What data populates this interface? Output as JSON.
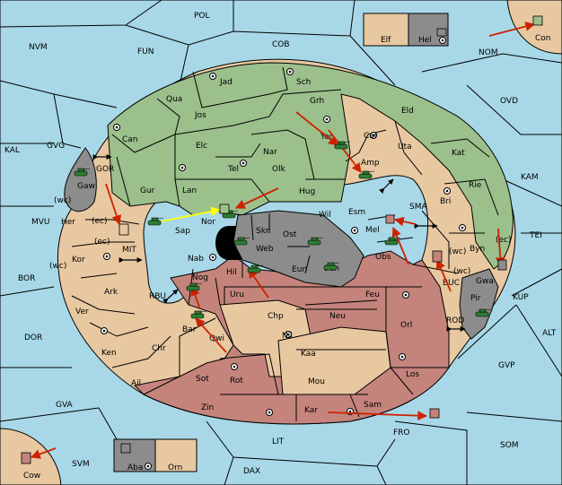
{
  "colors": {
    "sea": "#a8d8e8",
    "green": "#9cc08c",
    "tan": "#e8c8a0",
    "brown": "#c4847c",
    "grey": "#8c8c8c",
    "black": "#000000",
    "arrow": "#cc2200",
    "support_arrow": "#ffff00",
    "army": "#2e7d32"
  },
  "sea_regions": [
    "POL",
    "NVM",
    "FUN",
    "COB",
    "NOM",
    "OVD",
    "KAL",
    "GVG",
    "KAM",
    "MVU",
    "TEI",
    "BOR",
    "KUP",
    "DOR",
    "ALT",
    "GVP",
    "GVA",
    "FRO",
    "SOM",
    "LIT",
    "SVM",
    "DAX",
    "MIT",
    "RBU",
    "GOR",
    "SMA",
    "BUC",
    "ROD"
  ],
  "land_regions": {
    "green": [
      "Jad",
      "Sch",
      "Qua",
      "Jos",
      "Grh",
      "Eld",
      "Can",
      "Elc",
      "Nar",
      "Tel",
      "Yor",
      "Car",
      "Kat",
      "Olk",
      "Gur",
      "Lan",
      "Hug",
      "Rie",
      "Sap",
      "Nor",
      "Byn"
    ],
    "tan": [
      "Elf",
      "Con",
      "Uta",
      "Amp",
      "Bri",
      "Esm",
      "Wil",
      "Mel",
      "Her",
      "Kor",
      "Ark",
      "Ver",
      "Nab",
      "Chr",
      "Chp",
      "Nil",
      "Kaa",
      "Mou",
      "Ail",
      "Sot",
      "Orn",
      "Cow"
    ],
    "brown": [
      "Obs",
      "Hil",
      "Nog",
      "Uru",
      "Feu",
      "Neu",
      "Orl",
      "Bar",
      "Qwi",
      "Ken",
      "Rot",
      "Los",
      "Zin",
      "Kar",
      "Sam"
    ],
    "grey": [
      "Hel",
      "Gaw",
      "Skr",
      "Web",
      "Ost",
      "Sun",
      "Eun",
      "Gwa",
      "Pir",
      "Aba"
    ]
  },
  "coast_labels": [
    "(wc)",
    "(ec)",
    "(ec)",
    "(wc)",
    "(wc)",
    "(wc)",
    "(ec)"
  ],
  "labels": {
    "POL": "POL",
    "NVM": "NVM",
    "FUN": "FUN",
    "COB": "COB",
    "NOM": "NOM",
    "OVD": "OVD",
    "KAL": "KAL",
    "GVG": "GVG",
    "KAM": "KAM",
    "MVU": "MVU",
    "TEI": "TEI",
    "BOR": "BOR",
    "KUP": "KUP",
    "DOR": "DOR",
    "ALT": "ALT",
    "GVP": "GVP",
    "GVA": "GVA",
    "FRO": "FRO",
    "SOM": "SOM",
    "LIT": "LIT",
    "SVM": "SVM",
    "DAX": "DAX",
    "MIT": "MIT",
    "RBU": "RBU",
    "GOR": "GOR",
    "SMA": "SMA",
    "BUC": "BUC",
    "ROD": "ROD",
    "Jad": "Jad",
    "Sch": "Sch",
    "Qua": "Qua",
    "Jos": "Jos",
    "Grh": "Grh",
    "Eld": "Eld",
    "Can": "Can",
    "Elc": "Elc",
    "Nar": "Nar",
    "Tel": "Tel",
    "Yor": "Yor",
    "Car": "Car",
    "Kat": "Kat",
    "Olk": "Olk",
    "Gur": "Gur",
    "Lan": "Lan",
    "Hug": "Hug",
    "Rie": "Rie",
    "Sap": "Sap",
    "Nor": "Nor",
    "Byn": "Byn",
    "Elf": "Elf",
    "Hel": "Hel",
    "Con": "Con",
    "Uta": "Uta",
    "Amp": "Amp",
    "Bri": "Bri",
    "Esm": "Esm",
    "Wil": "Wil",
    "Mel": "Mel",
    "Gaw": "Gaw",
    "Her": "Her",
    "Kor": "Kor",
    "Ark": "Ark",
    "Ver": "Ver",
    "Nab": "Nab",
    "Skr": "Skr",
    "Web": "Web",
    "Ost": "Ost",
    "Eun": "Eun",
    "Sun": "Sun",
    "Obs": "Obs",
    "Hil": "Hil",
    "Nog": "Nog",
    "Uru": "Uru",
    "Feu": "Feu",
    "Gwa": "Gwa",
    "Pir": "Pir",
    "Chp": "Chp",
    "Neu": "Neu",
    "Orl": "Orl",
    "Bar": "Bar",
    "Qwi": "Qwi",
    "Nil": "Nil",
    "Ken": "Ken",
    "Chr": "Chr",
    "Kaa": "Kaa",
    "Ail": "Ail",
    "Sot": "Sot",
    "Rot": "Rot",
    "Mou": "Mou",
    "Los": "Los",
    "Zin": "Zin",
    "Kar": "Kar",
    "Sam": "Sam",
    "Aba": "Aba",
    "Orn": "Orn",
    "Cow": "Cow"
  }
}
